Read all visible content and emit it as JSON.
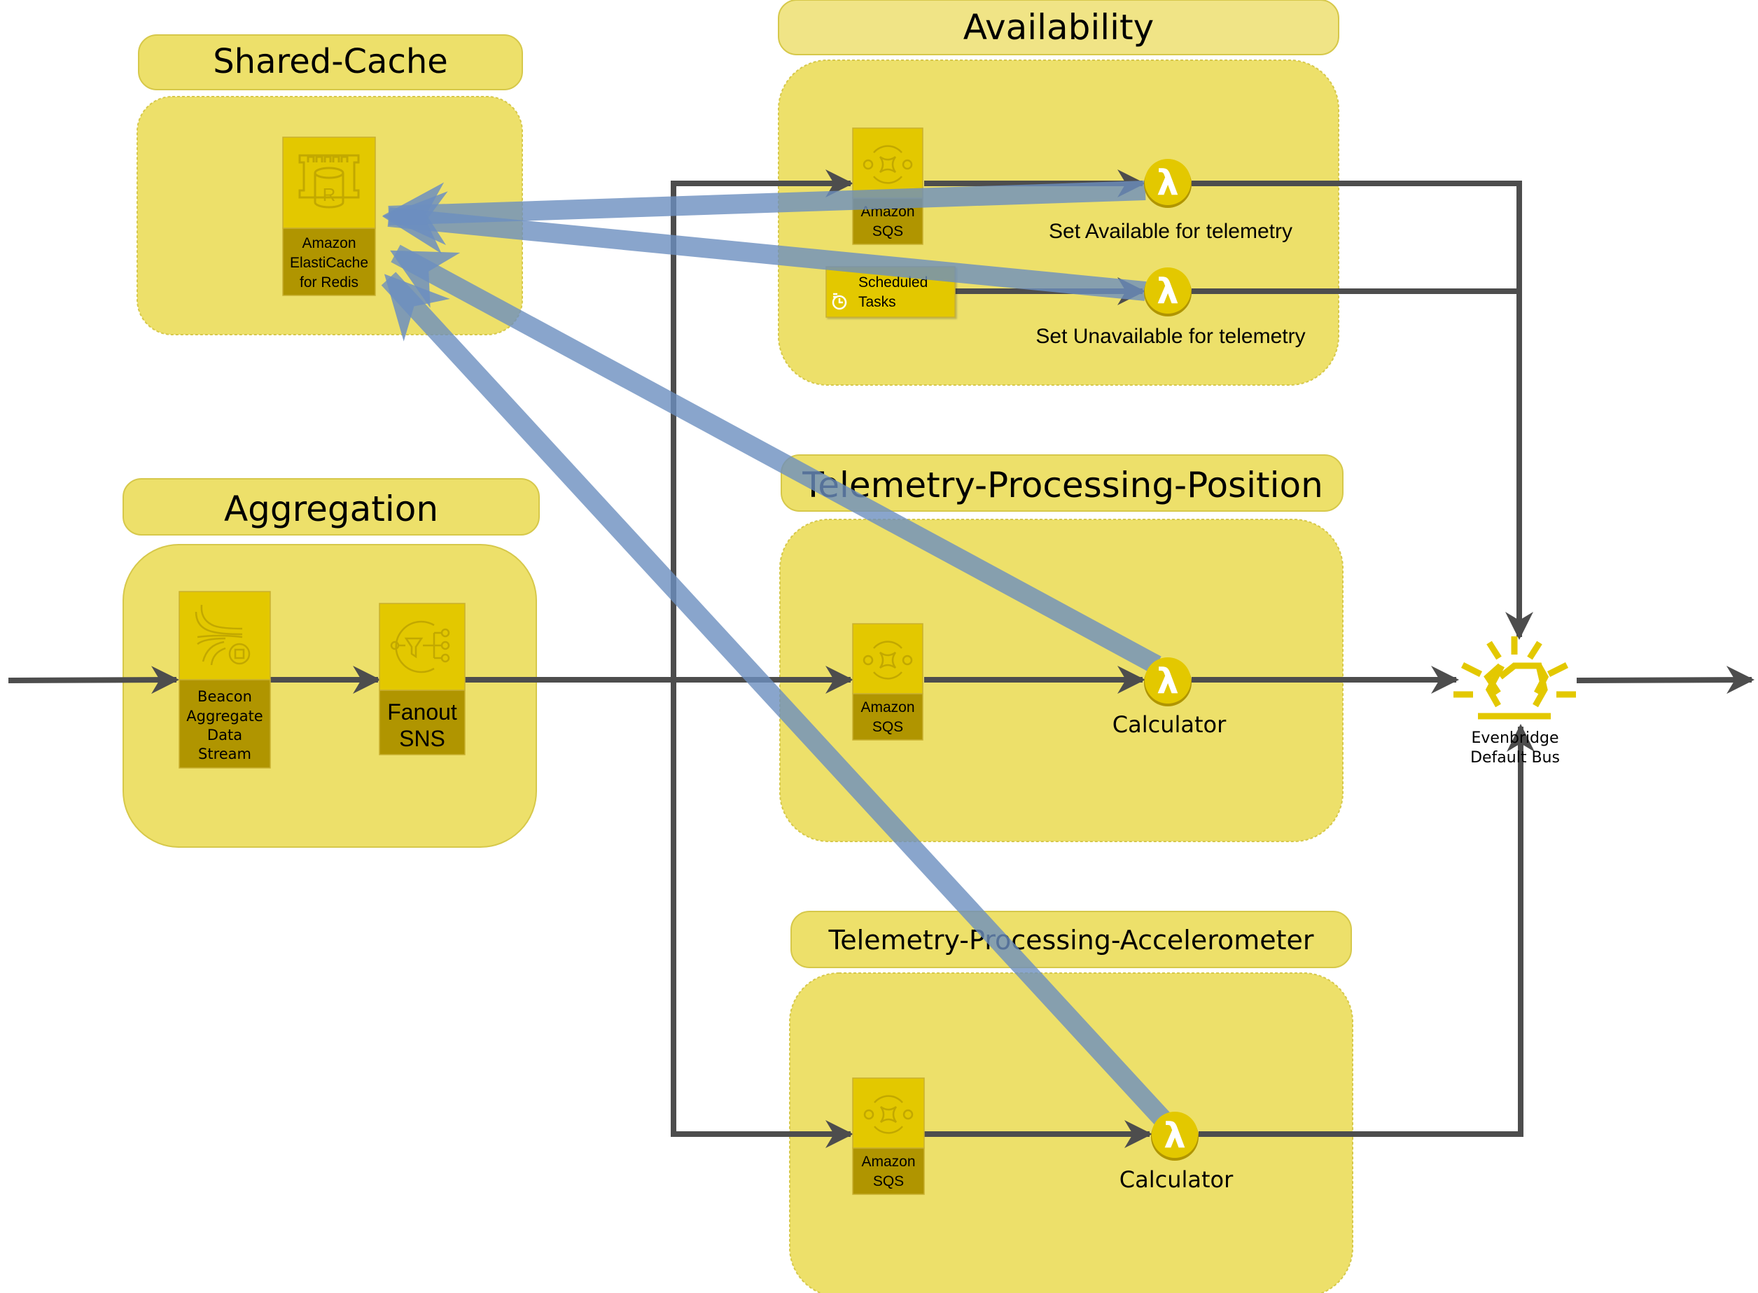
{
  "diagram": {
    "colors": {
      "group_fill": "#ede06a",
      "group_border": "#d6c84a",
      "service_top": "#e3c800",
      "service_bottom": "#b09500",
      "connector": "#4d4d4d",
      "cache_link": "#6c8ebf",
      "eventbridge_icon": "#e3c800"
    },
    "groups": {
      "shared_cache": {
        "title": "Shared-Cache"
      },
      "availability": {
        "title": "Availability"
      },
      "aggregation": {
        "title": "Aggregation"
      },
      "position": {
        "title": "Telemetry-Processing-Position"
      },
      "accelerometer": {
        "title": "Telemetry-Processing-Accelerometer"
      }
    },
    "nodes": {
      "elasticache": {
        "icon": "elasticache-redis-icon",
        "label_lines": [
          "Amazon",
          "ElastiCache",
          "for Redis"
        ]
      },
      "availability_sqs": {
        "icon": "sqs-icon",
        "label_lines": [
          "Amazon",
          "SQS"
        ]
      },
      "scheduled_tasks": {
        "icon": "scheduled-tasks-icon",
        "label_lines": [
          "Scheduled",
          "Tasks"
        ]
      },
      "set_available": {
        "icon": "lambda-icon",
        "glyph": "λ",
        "label": "Set Available for telemetry"
      },
      "set_unavailable": {
        "icon": "lambda-icon",
        "glyph": "λ",
        "label": "Set Unavailable for telemetry"
      },
      "kinesis": {
        "icon": "kinesis-data-streams-icon",
        "label_lines": [
          "Beacon",
          "Aggregate",
          "Data",
          "Stream"
        ]
      },
      "fanout_sns": {
        "icon": "sns-icon",
        "label_lines": [
          "Fanout",
          "SNS"
        ]
      },
      "position_sqs": {
        "icon": "sqs-icon",
        "label_lines": [
          "Amazon",
          "SQS"
        ]
      },
      "position_calculator": {
        "icon": "lambda-icon",
        "glyph": "λ",
        "label": "Calculator"
      },
      "accel_sqs": {
        "icon": "sqs-icon",
        "label_lines": [
          "Amazon",
          "SQS"
        ]
      },
      "accel_calculator": {
        "icon": "lambda-icon",
        "glyph": "λ",
        "label": "Calculator"
      },
      "eventbridge": {
        "icon": "eventbridge-icon",
        "label_lines": [
          "Evenbridge",
          "Default Bus"
        ]
      }
    },
    "edges": [
      {
        "from": "input",
        "to": "kinesis"
      },
      {
        "from": "kinesis",
        "to": "fanout_sns"
      },
      {
        "from": "fanout_sns",
        "to": "position_sqs"
      },
      {
        "from": "fanout_sns",
        "to": "availability_sqs"
      },
      {
        "from": "fanout_sns",
        "to": "accel_sqs"
      },
      {
        "from": "availability_sqs",
        "to": "set_available"
      },
      {
        "from": "scheduled_tasks",
        "to": "set_unavailable"
      },
      {
        "from": "position_sqs",
        "to": "position_calculator"
      },
      {
        "from": "accel_sqs",
        "to": "accel_calculator"
      },
      {
        "from": "set_available",
        "to": "eventbridge"
      },
      {
        "from": "set_unavailable",
        "to": "eventbridge"
      },
      {
        "from": "position_calculator",
        "to": "eventbridge"
      },
      {
        "from": "accel_calculator",
        "to": "eventbridge"
      },
      {
        "from": "eventbridge",
        "to": "output"
      }
    ],
    "cache_links": [
      {
        "from": "set_available",
        "to": "elasticache"
      },
      {
        "from": "set_unavailable",
        "to": "elasticache"
      },
      {
        "from": "position_calculator",
        "to": "elasticache"
      },
      {
        "from": "accel_calculator",
        "to": "elasticache"
      }
    ]
  }
}
